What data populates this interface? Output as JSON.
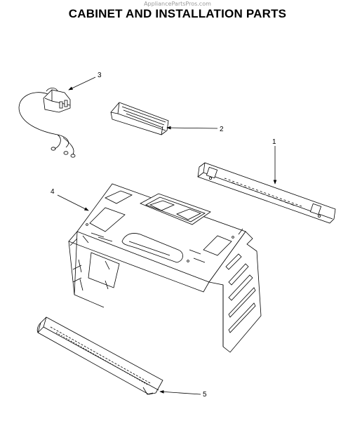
{
  "header": {
    "watermark": "AppliancePartsPros.com",
    "title": "CABINET AND INSTALLATION PARTS"
  },
  "callouts": [
    {
      "id": "3",
      "label": "3"
    },
    {
      "id": "2",
      "label": "2"
    },
    {
      "id": "1",
      "label": "1"
    },
    {
      "id": "4",
      "label": "4"
    },
    {
      "id": "5",
      "label": "5"
    }
  ],
  "colors": {
    "line": "#000000",
    "background": "#ffffff"
  }
}
